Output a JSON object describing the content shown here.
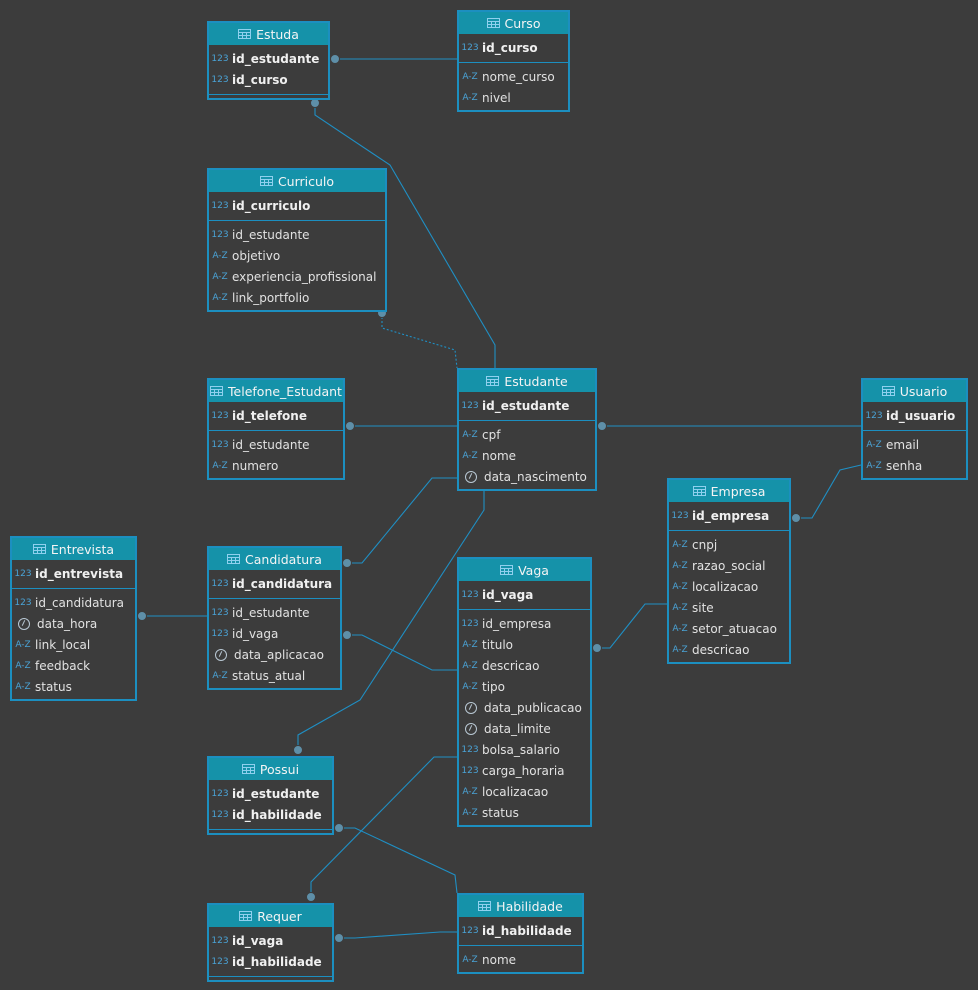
{
  "colors": {
    "background": "#3c3c3c",
    "header": "#1592a9",
    "border": "#1c8fc0",
    "link": "#1f8fc4",
    "text": "#e2e2e2"
  },
  "entities": {
    "estuda": {
      "title": "Estuda",
      "pk": [
        {
          "type": "123",
          "name": "id_estudante"
        },
        {
          "type": "123",
          "name": "id_curso"
        }
      ],
      "cols": []
    },
    "curso": {
      "title": "Curso",
      "pk": [
        {
          "type": "123",
          "name": "id_curso"
        }
      ],
      "cols": [
        {
          "type": "A-Z",
          "name": "nome_curso"
        },
        {
          "type": "A-Z",
          "name": "nivel"
        }
      ]
    },
    "curriculo": {
      "title": "Curriculo",
      "pk": [
        {
          "type": "123",
          "name": "id_curriculo"
        }
      ],
      "cols": [
        {
          "type": "123",
          "name": "id_estudante"
        },
        {
          "type": "A-Z",
          "name": "objetivo"
        },
        {
          "type": "A-Z",
          "name": "experiencia_profissional"
        },
        {
          "type": "A-Z",
          "name": "link_portfolio"
        }
      ]
    },
    "telefone": {
      "title": "Telefone_Estudant",
      "pk": [
        {
          "type": "123",
          "name": "id_telefone"
        }
      ],
      "cols": [
        {
          "type": "123",
          "name": "id_estudante"
        },
        {
          "type": "A-Z",
          "name": "numero"
        }
      ]
    },
    "estudante": {
      "title": "Estudante",
      "pk": [
        {
          "type": "123",
          "name": "id_estudante"
        }
      ],
      "cols": [
        {
          "type": "A-Z",
          "name": "cpf"
        },
        {
          "type": "A-Z",
          "name": "nome"
        },
        {
          "type": "date",
          "name": "data_nascimento"
        }
      ]
    },
    "usuario": {
      "title": "Usuario",
      "pk": [
        {
          "type": "123",
          "name": "id_usuario"
        }
      ],
      "cols": [
        {
          "type": "A-Z",
          "name": "email"
        },
        {
          "type": "A-Z",
          "name": "senha"
        }
      ]
    },
    "empresa": {
      "title": "Empresa",
      "pk": [
        {
          "type": "123",
          "name": "id_empresa"
        }
      ],
      "cols": [
        {
          "type": "A-Z",
          "name": "cnpj"
        },
        {
          "type": "A-Z",
          "name": "razao_social"
        },
        {
          "type": "A-Z",
          "name": "localizacao"
        },
        {
          "type": "A-Z",
          "name": "site"
        },
        {
          "type": "A-Z",
          "name": "setor_atuacao"
        },
        {
          "type": "A-Z",
          "name": "descricao"
        }
      ]
    },
    "entrevista": {
      "title": "Entrevista",
      "pk": [
        {
          "type": "123",
          "name": "id_entrevista"
        }
      ],
      "cols": [
        {
          "type": "123",
          "name": "id_candidatura"
        },
        {
          "type": "date",
          "name": "data_hora"
        },
        {
          "type": "A-Z",
          "name": "link_local"
        },
        {
          "type": "A-Z",
          "name": "feedback"
        },
        {
          "type": "A-Z",
          "name": "status"
        }
      ]
    },
    "candidatura": {
      "title": "Candidatura",
      "pk": [
        {
          "type": "123",
          "name": "id_candidatura"
        }
      ],
      "cols": [
        {
          "type": "123",
          "name": "id_estudante"
        },
        {
          "type": "123",
          "name": "id_vaga"
        },
        {
          "type": "date",
          "name": "data_aplicacao"
        },
        {
          "type": "A-Z",
          "name": "status_atual"
        }
      ]
    },
    "vaga": {
      "title": "Vaga",
      "pk": [
        {
          "type": "123",
          "name": "id_vaga"
        }
      ],
      "cols": [
        {
          "type": "123",
          "name": "id_empresa"
        },
        {
          "type": "A-Z",
          "name": "titulo"
        },
        {
          "type": "A-Z",
          "name": "descricao"
        },
        {
          "type": "A-Z",
          "name": "tipo"
        },
        {
          "type": "date",
          "name": "data_publicacao"
        },
        {
          "type": "date",
          "name": "data_limite"
        },
        {
          "type": "123",
          "name": "bolsa_salario"
        },
        {
          "type": "123",
          "name": "carga_horaria"
        },
        {
          "type": "A-Z",
          "name": "localizacao"
        },
        {
          "type": "A-Z",
          "name": "status"
        }
      ]
    },
    "possui": {
      "title": "Possui",
      "pk": [
        {
          "type": "123",
          "name": "id_estudante"
        },
        {
          "type": "123",
          "name": "id_habilidade"
        }
      ],
      "cols": []
    },
    "requer": {
      "title": "Requer",
      "pk": [
        {
          "type": "123",
          "name": "id_vaga"
        },
        {
          "type": "123",
          "name": "id_habilidade"
        }
      ],
      "cols": []
    },
    "habilidade": {
      "title": "Habilidade",
      "pk": [
        {
          "type": "123",
          "name": "id_habilidade"
        }
      ],
      "cols": [
        {
          "type": "A-Z",
          "name": "nome"
        }
      ]
    }
  }
}
